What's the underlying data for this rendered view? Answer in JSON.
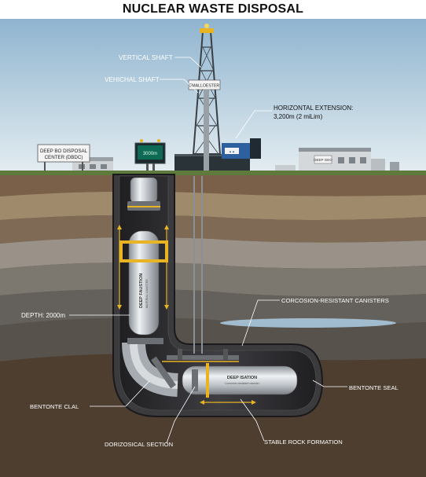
{
  "title": "NUCLEAR WASTE DISPOSAL",
  "callouts": {
    "vertical_shaft_top": "VERTICAL SHAFT",
    "vertical_shaft_mid": "VEHICHAL SHAFT",
    "horizontal_extension_line1": "HORIZONTAL EXTENSION:",
    "horizontal_extension_line2": "3,200m (2 miLim)",
    "depth": "DEPTH: 2000m",
    "canisters": "CORCOSION-RESISTANT CANISTERS",
    "bentonite_seal": "BENTONTE SEAL",
    "bentonite_clay": "BENTONTE CLAL",
    "horizontal_section": "DORIZOSICAL SECTION",
    "stable_rock": "STABLE ROCK FORMATION"
  },
  "signs": {
    "facility_line1": "DEEP BO DISPOSAL",
    "facility_line2": "CENTER (DBDC)",
    "rig_banner": "EMALLOESTER",
    "monitor_screen": "3000m",
    "building_sign": "DEEP GEO"
  },
  "canister_labels": {
    "vertical": "DEEP FAUSTION",
    "vertical_sub": "MATERIAL CANISTER",
    "horizontal": "DEEP ISATION",
    "horizontal_sub": "Corrosion-resistant canister"
  },
  "colors": {
    "sky_top": "#8fb4cf",
    "sky_bottom": "#e4edf1",
    "soil": "#5f4a38",
    "rock_deep": "#4d3e30",
    "bentonite": "#3b3b3d",
    "canister": "#c8ccd0",
    "accent_yellow": "#e8b424",
    "water_lens": "#a9c7dc"
  }
}
